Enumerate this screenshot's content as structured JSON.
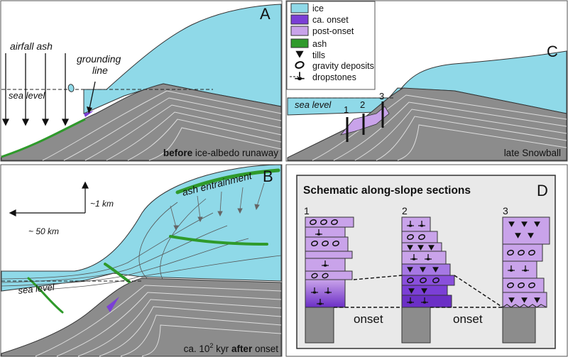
{
  "colors": {
    "ice": "#8fd9e8",
    "ca_onset": "#7b3fd6",
    "post_onset": "#c9a3ea",
    "ash": "#2f9a2b",
    "rock": "#8c8c8c",
    "panel_d_bg": "#e9e9e9"
  },
  "panel_a": {
    "letter": "A",
    "airfall_ash": "airfall ash",
    "grounding_line": "grounding line",
    "sea_level": "sea level",
    "caption_bold": "before",
    "caption_rest": "ice-albedo runaway"
  },
  "legend": {
    "ice": "ice",
    "ca_onset": "ca. onset",
    "post_onset": "post-onset",
    "ash": "ash",
    "tills": "tills",
    "gravity_deposits": "gravity deposits",
    "dropstones": "dropstones"
  },
  "panel_c": {
    "letter": "C",
    "sea_level": "sea level",
    "caption": "late Snowball",
    "section_1": "1",
    "section_2": "2",
    "section_3": "3"
  },
  "panel_b": {
    "letter": "B",
    "ash_entrainment": "ash entrainment",
    "scale_vertical": "~1 km",
    "scale_horizontal": "~ 50 km",
    "sea_level": "sea level",
    "caption_pre": "ca. 10",
    "caption_sup": "2",
    "caption_mid": "kyr",
    "caption_bold": "after",
    "caption_post": "onset"
  },
  "panel_d": {
    "letter": "D",
    "title": "Schematic along-slope sections",
    "col_1": "1",
    "col_2": "2",
    "col_3": "3",
    "onset_1": "onset",
    "onset_2": "onset"
  }
}
